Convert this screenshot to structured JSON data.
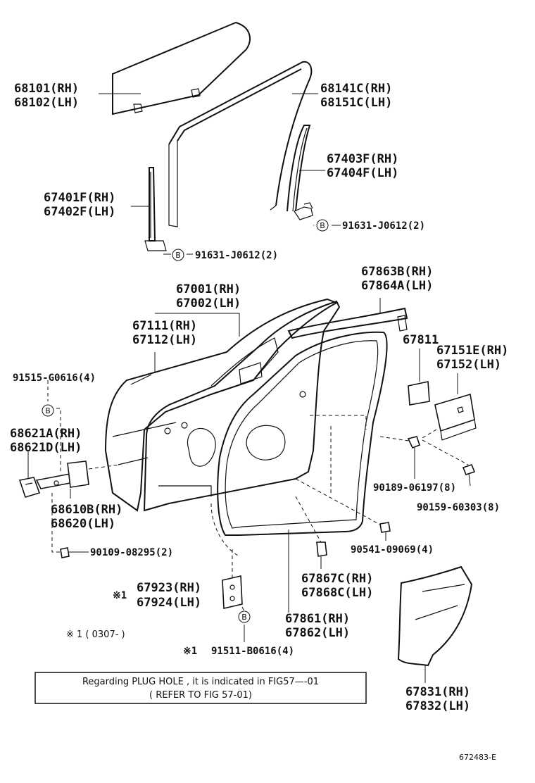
{
  "figure_code": "672483-E",
  "bolt_ref": "B",
  "note_mark": "※1",
  "note_period": "※ 1 ( 0307-         )",
  "plug_note": {
    "line1": "Regarding PLUG HOLE , it is indicated in FIG57—-01",
    "line2": "( REFER TO FIG 57-01)"
  },
  "labels": {
    "p68101": "68101(RH)",
    "p68102": "68102(LH)",
    "p68141": "68141C(RH)",
    "p68151": "68151C(LH)",
    "p67403": "67403F(RH)",
    "p67404": "67404F(LH)",
    "p67401": "67401F(RH)",
    "p67402": "67402F(LH)",
    "p91631a": "91631-J0612(2)",
    "p91631b": "91631-J0612(2)",
    "p67863": "67863B(RH)",
    "p67864": "67864A(LH)",
    "p67001": "67001(RH)",
    "p67002": "67002(LH)",
    "p67111": "67111(RH)",
    "p67112": "67112(LH)",
    "p67811": "67811",
    "p67151": "67151E(RH)",
    "p67152": "67152(LH)",
    "p91515": "91515-G0616(4)",
    "p68621a": "68621A(RH)",
    "p68621d": "68621D(LH)",
    "p68610": "68610B(RH)",
    "p68620": "68620(LH)",
    "p90189": "90189-06197(8)",
    "p90159": "90159-60303(8)",
    "p90109": "90109-08295(2)",
    "p90541": "90541-09069(4)",
    "p67923": "67923(RH)",
    "p67924": "67924(LH)",
    "p67867": "67867C(RH)",
    "p67868": "67868C(LH)",
    "p67861": "67861(RH)",
    "p67862": "67862(LH)",
    "p91511": "91511-B0616(4)",
    "p67831": "67831(RH)",
    "p67832": "67832(LH)"
  }
}
